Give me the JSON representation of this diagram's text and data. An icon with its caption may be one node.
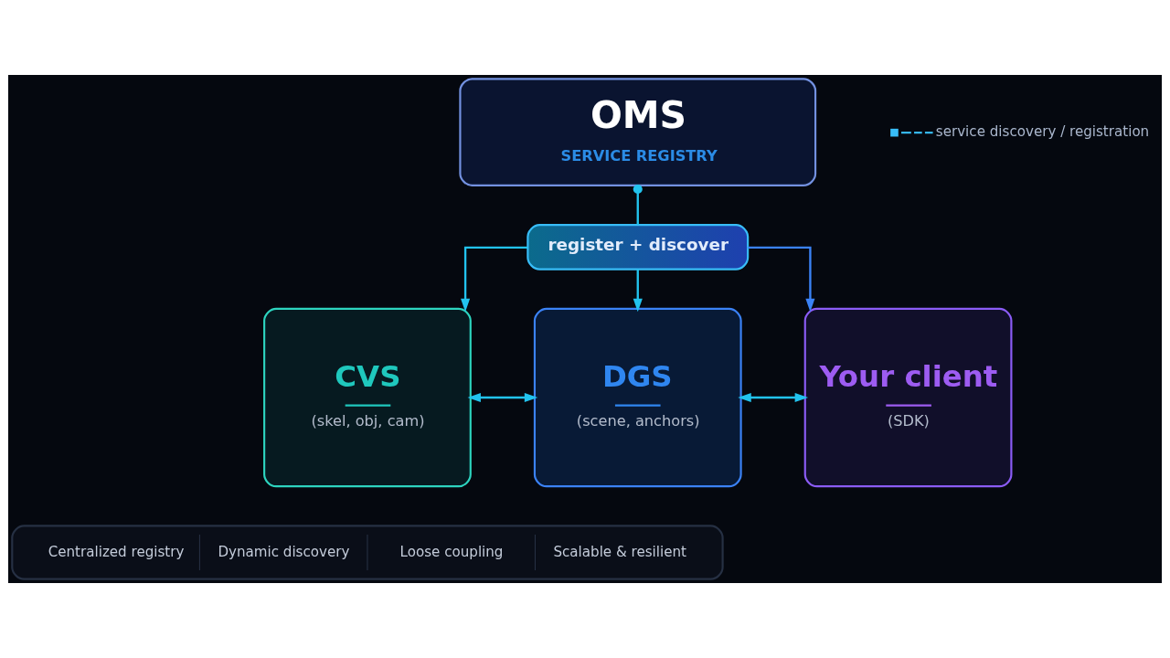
{
  "diagram": {
    "nodes": [
      {
        "text": [
          "OMS",
          "SERVICE REGISTRY"
        ]
      },
      {
        "text": [
          "register + discover"
        ]
      },
      {
        "text": [
          "CVS",
          "(skel, obj, cam)"
        ]
      },
      {
        "text": [
          "DGS",
          "(scene, anchors)"
        ]
      },
      {
        "text": [
          "Your client",
          "(SDK)"
        ]
      },
      {
        "text": [
          "Centralized registry",
          "Dynamic discovery",
          "Loose coupling",
          "Scalable & resilient"
        ]
      }
    ],
    "edges": [
      {
        "from": 0,
        "to": 1,
        "arrow": "other"
      },
      {
        "from": 1,
        "to": 2,
        "arrow": "to"
      },
      {
        "from": 1,
        "to": 3,
        "arrow": "to"
      },
      {
        "from": 1,
        "to": 4,
        "arrow": "to",
        "color": "#3b82f6"
      },
      {
        "from": 2,
        "to": 3,
        "arrow": "both"
      },
      {
        "from": 3,
        "to": 4,
        "arrow": "both"
      }
    ],
    "legend": [
      {
        "text": "service discovery / registration"
      }
    ]
  }
}
